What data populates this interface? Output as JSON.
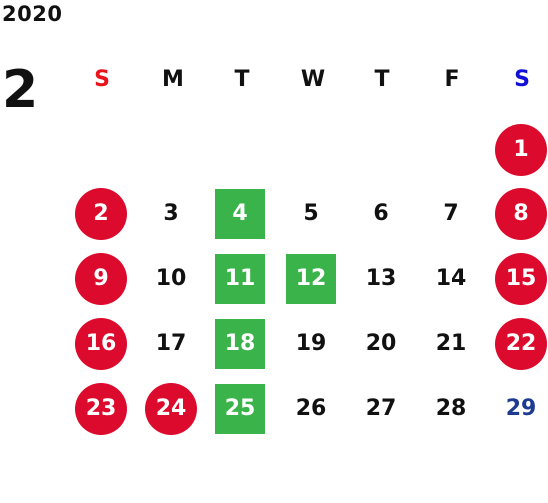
{
  "calendar": {
    "year": "2020",
    "month": "2",
    "weekdays": [
      "S",
      "M",
      "T",
      "W",
      "T",
      "F",
      "S"
    ],
    "colors": {
      "sunday_header": "#e8141c",
      "saturday_header": "#1010d8",
      "holiday_circle": "#dc0a2c",
      "highlight_square": "#3ab44a",
      "saturday_text": "#1d3b8f"
    },
    "days": [
      {
        "label": "1",
        "style": "circle-red"
      },
      {
        "label": "2",
        "style": "circle-red"
      },
      {
        "label": "3",
        "style": "plain"
      },
      {
        "label": "4",
        "style": "square-green"
      },
      {
        "label": "5",
        "style": "plain"
      },
      {
        "label": "6",
        "style": "plain"
      },
      {
        "label": "7",
        "style": "plain"
      },
      {
        "label": "8",
        "style": "circle-red"
      },
      {
        "label": "9",
        "style": "circle-red"
      },
      {
        "label": "10",
        "style": "plain"
      },
      {
        "label": "11",
        "style": "square-green"
      },
      {
        "label": "12",
        "style": "square-green"
      },
      {
        "label": "13",
        "style": "plain"
      },
      {
        "label": "14",
        "style": "plain"
      },
      {
        "label": "15",
        "style": "circle-red"
      },
      {
        "label": "16",
        "style": "circle-red"
      },
      {
        "label": "17",
        "style": "plain"
      },
      {
        "label": "18",
        "style": "square-green"
      },
      {
        "label": "19",
        "style": "plain"
      },
      {
        "label": "20",
        "style": "plain"
      },
      {
        "label": "21",
        "style": "plain"
      },
      {
        "label": "22",
        "style": "circle-red"
      },
      {
        "label": "23",
        "style": "circle-red"
      },
      {
        "label": "24",
        "style": "circle-red"
      },
      {
        "label": "25",
        "style": "square-green"
      },
      {
        "label": "26",
        "style": "plain"
      },
      {
        "label": "27",
        "style": "plain"
      },
      {
        "label": "28",
        "style": "plain"
      },
      {
        "label": "29",
        "style": "blue-text"
      }
    ]
  }
}
